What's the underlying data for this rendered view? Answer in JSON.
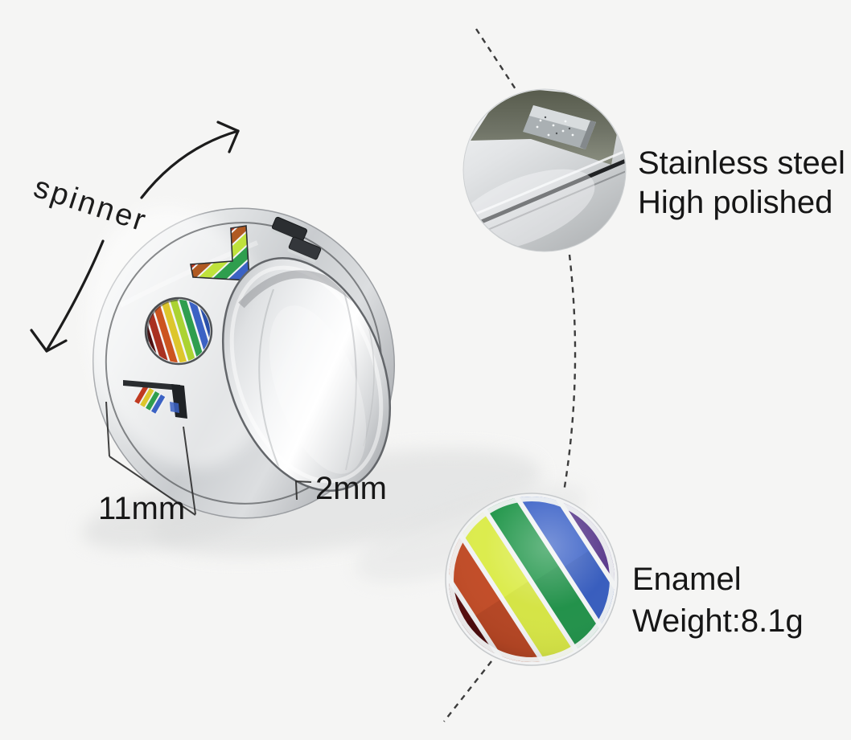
{
  "canvas": {
    "background": "#f5f5f4"
  },
  "annotations": {
    "spinner_label": "spinner",
    "width_dimension": "11mm",
    "thickness_dimension": "2mm"
  },
  "callouts": {
    "steel": {
      "line1": "Stainless steel",
      "line2": "High polished"
    },
    "enamel": {
      "line1": "Enamel",
      "line2": "Weight:8.1g"
    }
  },
  "ring": {
    "engraved_word": "LOVE",
    "rainbow_palette": [
      "#5b1011",
      "#c24d28",
      "#dcec4e",
      "#27994f",
      "#3e64c8",
      "#5a3a8c"
    ]
  },
  "palette": {
    "steel_light": "#f0f2f3",
    "steel_mid": "#c9ccce",
    "steel_dark": "#9da0a4",
    "text": "#1a1a1a",
    "annotation_line": "#303030"
  }
}
